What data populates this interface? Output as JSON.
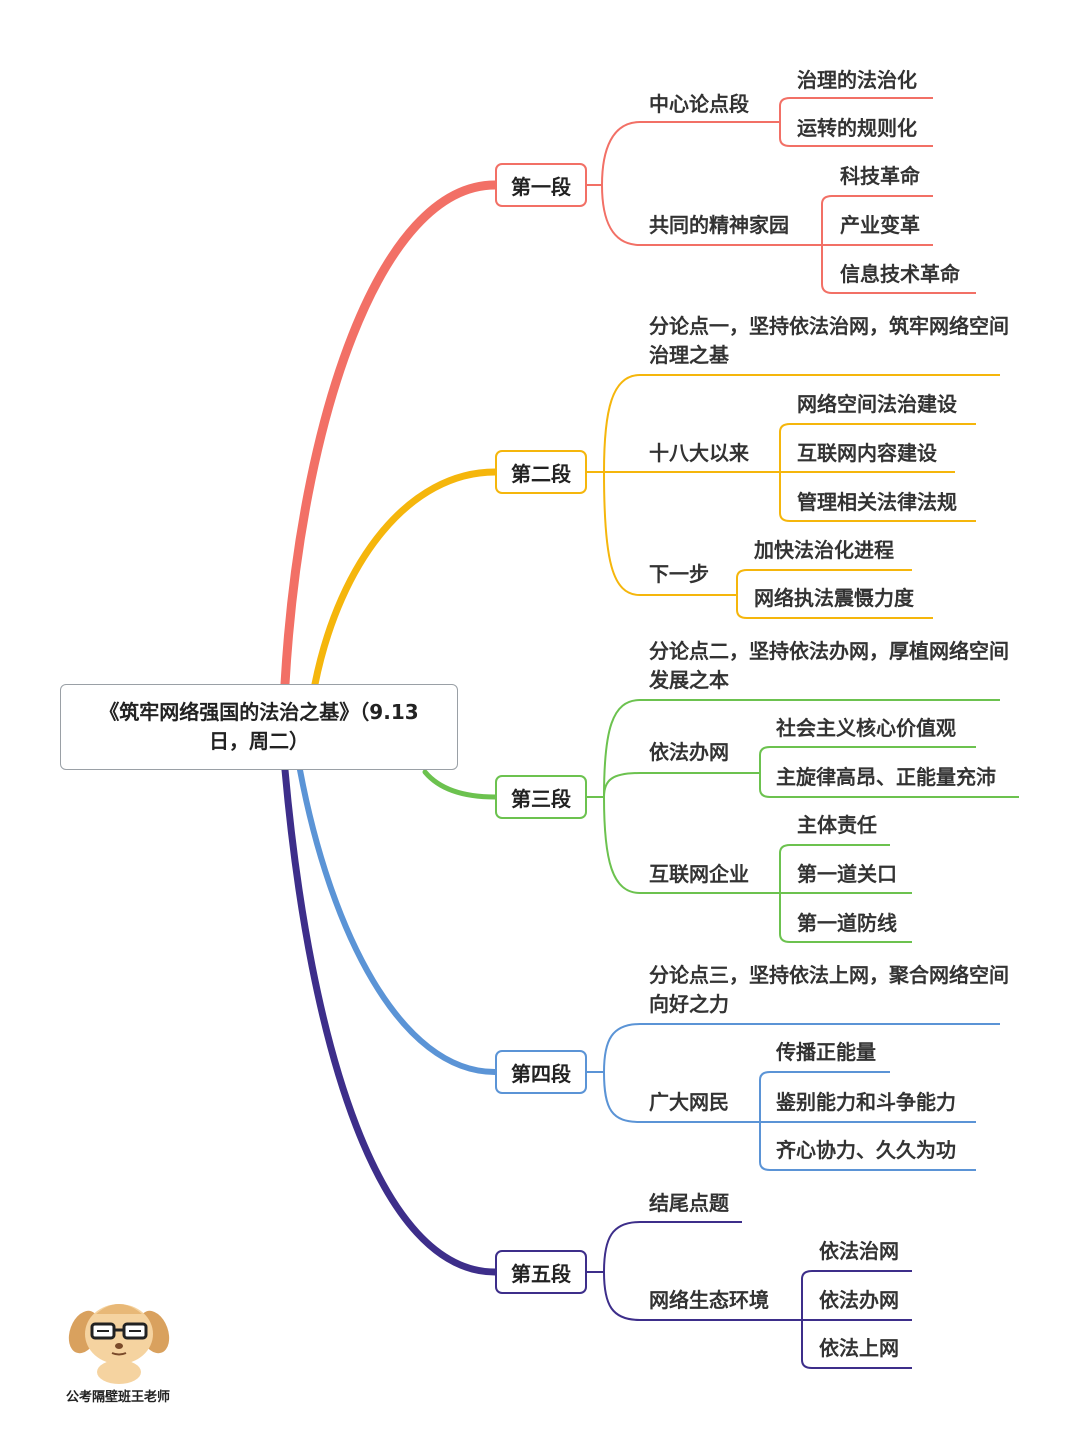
{
  "root": {
    "title": "《筑牢网络强国的法治之基》（9.13日，周二）"
  },
  "colors": {
    "s1": "#f27066",
    "s2": "#f5b60c",
    "s3": "#6cc24f",
    "s4": "#5b94d6",
    "s5": "#3d2e8a",
    "root_border": "#9aa0a6"
  },
  "sections": [
    {
      "label": "第一段",
      "items": [
        {
          "label": "中心论点段",
          "children": [
            "治理的法治化",
            "运转的规则化"
          ]
        },
        {
          "label": "共同的精神家园",
          "children": [
            "科技革命",
            "产业变革",
            "信息技术革命"
          ]
        }
      ]
    },
    {
      "label": "第二段",
      "items": [
        {
          "label": "分论点一，坚持依法治网，筑牢网络空间治理之基",
          "children": []
        },
        {
          "label": "十八大以来",
          "children": [
            "网络空间法治建设",
            "互联网内容建设",
            "管理相关法律法规"
          ]
        },
        {
          "label": "下一步",
          "children": [
            "加快法治化进程",
            "网络执法震慑力度"
          ]
        }
      ]
    },
    {
      "label": "第三段",
      "items": [
        {
          "label": "分论点二，坚持依法办网，厚植网络空间发展之本",
          "children": []
        },
        {
          "label": "依法办网",
          "children": [
            "社会主义核心价值观",
            "主旋律高昂、正能量充沛"
          ]
        },
        {
          "label": "互联网企业",
          "children": [
            "主体责任",
            "第一道关口",
            "第一道防线"
          ]
        }
      ]
    },
    {
      "label": "第四段",
      "items": [
        {
          "label": "分论点三，坚持依法上网，聚合网络空间向好之力",
          "children": []
        },
        {
          "label": "广大网民",
          "children": [
            "传播正能量",
            "鉴别能力和斗争能力",
            "齐心协力、久久为功"
          ]
        }
      ]
    },
    {
      "label": "第五段",
      "items": [
        {
          "label": "结尾点题",
          "children": []
        },
        {
          "label": "网络生态环境",
          "children": [
            "依法治网",
            "依法办网",
            "依法上网"
          ]
        }
      ]
    }
  ],
  "watermark": {
    "caption": "公考隔壁班王老师",
    "icon": "dog-with-glasses-icon"
  }
}
